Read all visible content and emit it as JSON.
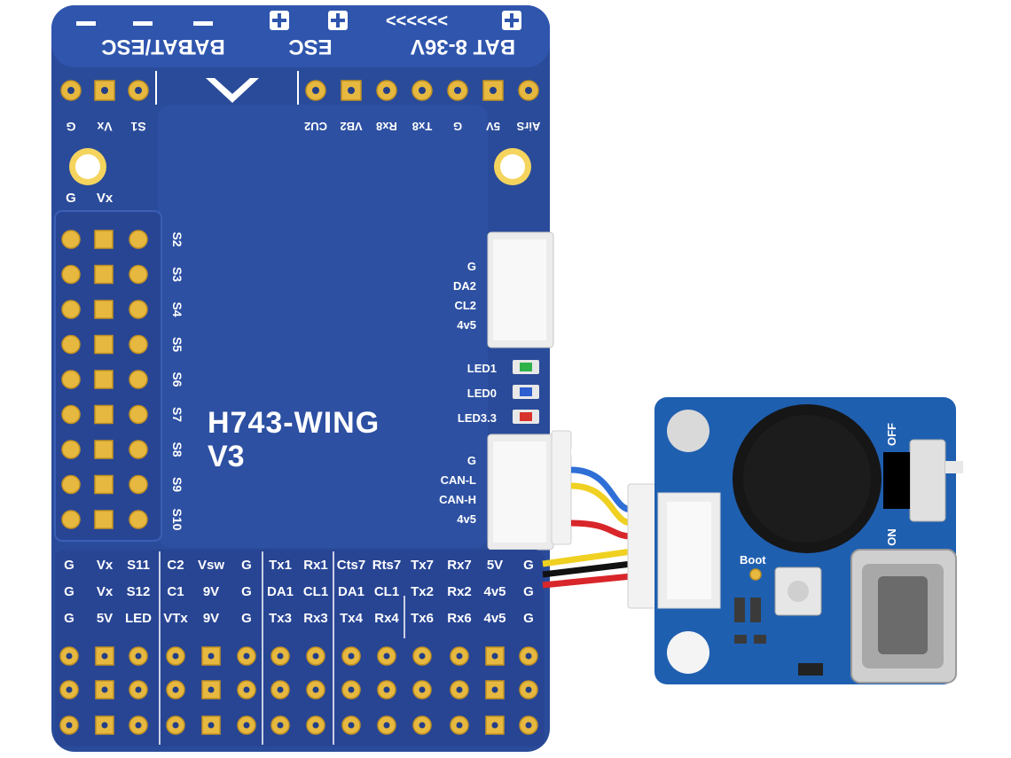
{
  "board": {
    "title_line1": "H743-WING",
    "title_line2": "V3",
    "top_labels": {
      "bat_esc": "BAT/ESC",
      "esc": "ESC",
      "bat_range": "BAT 8-36V",
      "chevrons": "<<<<<<"
    },
    "top_pin_left": [
      "G",
      "Vx",
      "S1"
    ],
    "top_pin_right": [
      "CU2",
      "VB2",
      "Rx8",
      "Tx8",
      "G",
      "5V",
      "AirS"
    ],
    "g_vx": [
      "G",
      "Vx"
    ],
    "servo_labels": [
      "S2",
      "S3",
      "S4",
      "S5",
      "S6",
      "S7",
      "S8",
      "S9",
      "S10"
    ],
    "i2c_labels": [
      "G",
      "DA2",
      "CL2",
      "4v5"
    ],
    "led_labels": [
      "LED1",
      "LED0",
      "LED3.3"
    ],
    "can_labels": [
      "G",
      "CAN-L",
      "CAN-H",
      "4v5"
    ],
    "bottom_rows": [
      [
        "G",
        "Vx",
        "S11",
        "C2",
        "Vsw",
        "G",
        "Tx1",
        "Rx1",
        "Cts7",
        "Rts7",
        "Tx7",
        "Rx7",
        "5V",
        "G"
      ],
      [
        "G",
        "Vx",
        "S12",
        "C1",
        "9V",
        "G",
        "DA1",
        "CL1",
        "DA1",
        "CL1",
        "Tx2",
        "Rx2",
        "4v5",
        "G"
      ],
      [
        "G",
        "5V",
        "LED",
        "VTx",
        "9V",
        "G",
        "Tx3",
        "Rx3",
        "Tx4",
        "Rx4",
        "Tx6",
        "Rx6",
        "4v5",
        "G"
      ]
    ]
  },
  "module": {
    "boot_label": "Boot",
    "off_label": "OFF",
    "on_label": "ON"
  },
  "colors": {
    "pcb_blue": "#2a4b99",
    "pad_gold": "#e6b840",
    "silkscreen": "#ffffff",
    "module_blue": "#1f5fb0"
  }
}
